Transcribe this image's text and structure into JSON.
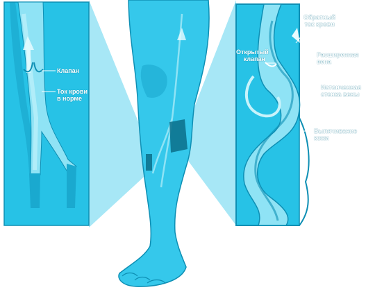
{
  "labels": {
    "valve": "Клапан",
    "normal_flow_1": "Ток крови",
    "normal_flow_2": "в норме",
    "reverse_flow_1": "Обратный",
    "reverse_flow_2": "ток крови",
    "dilated_vein_1": "Расширенная",
    "dilated_vein_2": "вена",
    "open_valve_1": "Открытый",
    "open_valve_2": "клапан",
    "thinned_wall_1": "Истонченная",
    "thinned_wall_2": "стенка вены",
    "skin_bulge_1": "Выпячивание",
    "skin_bulge_2": "кожи"
  },
  "colors": {
    "background": "#ffffff",
    "panel": "#27c2e6",
    "panel_dark": "#0e8fb4",
    "leg": "#35c8eb",
    "vein": "#8fe3f5",
    "label_text": "#ffffff"
  }
}
